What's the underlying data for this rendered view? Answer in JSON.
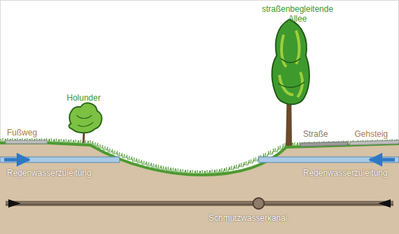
{
  "diagram": {
    "labels": [
      "straßenbegleitende Allee",
      "Holunder",
      "Fußweg",
      "Straße",
      "Gehsteig",
      "Regenwasserzuleitung",
      "Regenwasserzuleitung",
      "Schmutzwasserkanal"
    ]
  }
}
